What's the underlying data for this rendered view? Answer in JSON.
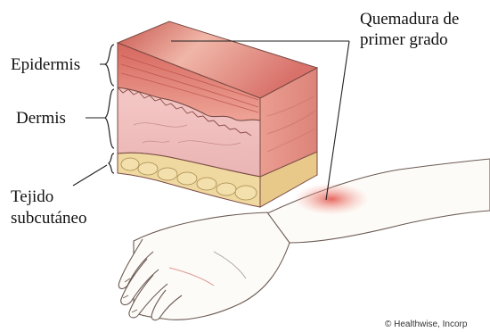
{
  "labels": {
    "epidermis": "Epidermis",
    "dermis": "Dermis",
    "subcutaneous_line1": "Tejido",
    "subcutaneous_line2": "subcutáneo",
    "burn_line1": "Quemadura de",
    "burn_line2": "primer grado"
  },
  "credit": "© Healthwise, Incorp",
  "colors": {
    "epidermis": "#e89a8c",
    "dermis": "#f2bfc0",
    "fat": "#efd9a0",
    "skin": "#ffffff",
    "burn": "#e8706a"
  }
}
